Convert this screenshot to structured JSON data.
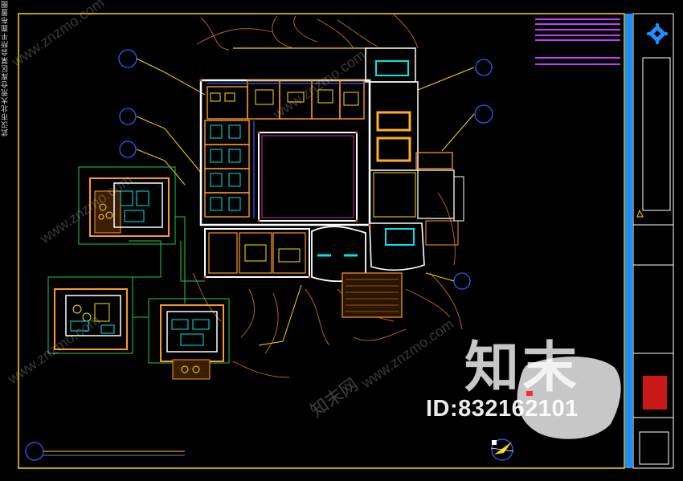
{
  "drawing": {
    "title": "武汉市北大荒仓库区某会所平面布置图",
    "colors": {
      "background": "#000000",
      "frame": "#ffd400",
      "titlebar": "#1e8fff",
      "wall_white": "#ffffff",
      "wall_orange": "#ff9a1a",
      "fixture_yellow": "#ffe000",
      "furniture_cyan": "#00e5e5",
      "green": "#1ec850",
      "magenta": "#ff3bd1",
      "grid_blue": "#3a4dff",
      "red": "#ff2a2a"
    },
    "icons": [
      "logo-icon",
      "north-arrow-icon",
      "axis-bubble-icon"
    ]
  },
  "watermark": {
    "brand": "知末",
    "id": "ID:832162101",
    "url": "www.znzmo.com",
    "zh": "知末网"
  }
}
